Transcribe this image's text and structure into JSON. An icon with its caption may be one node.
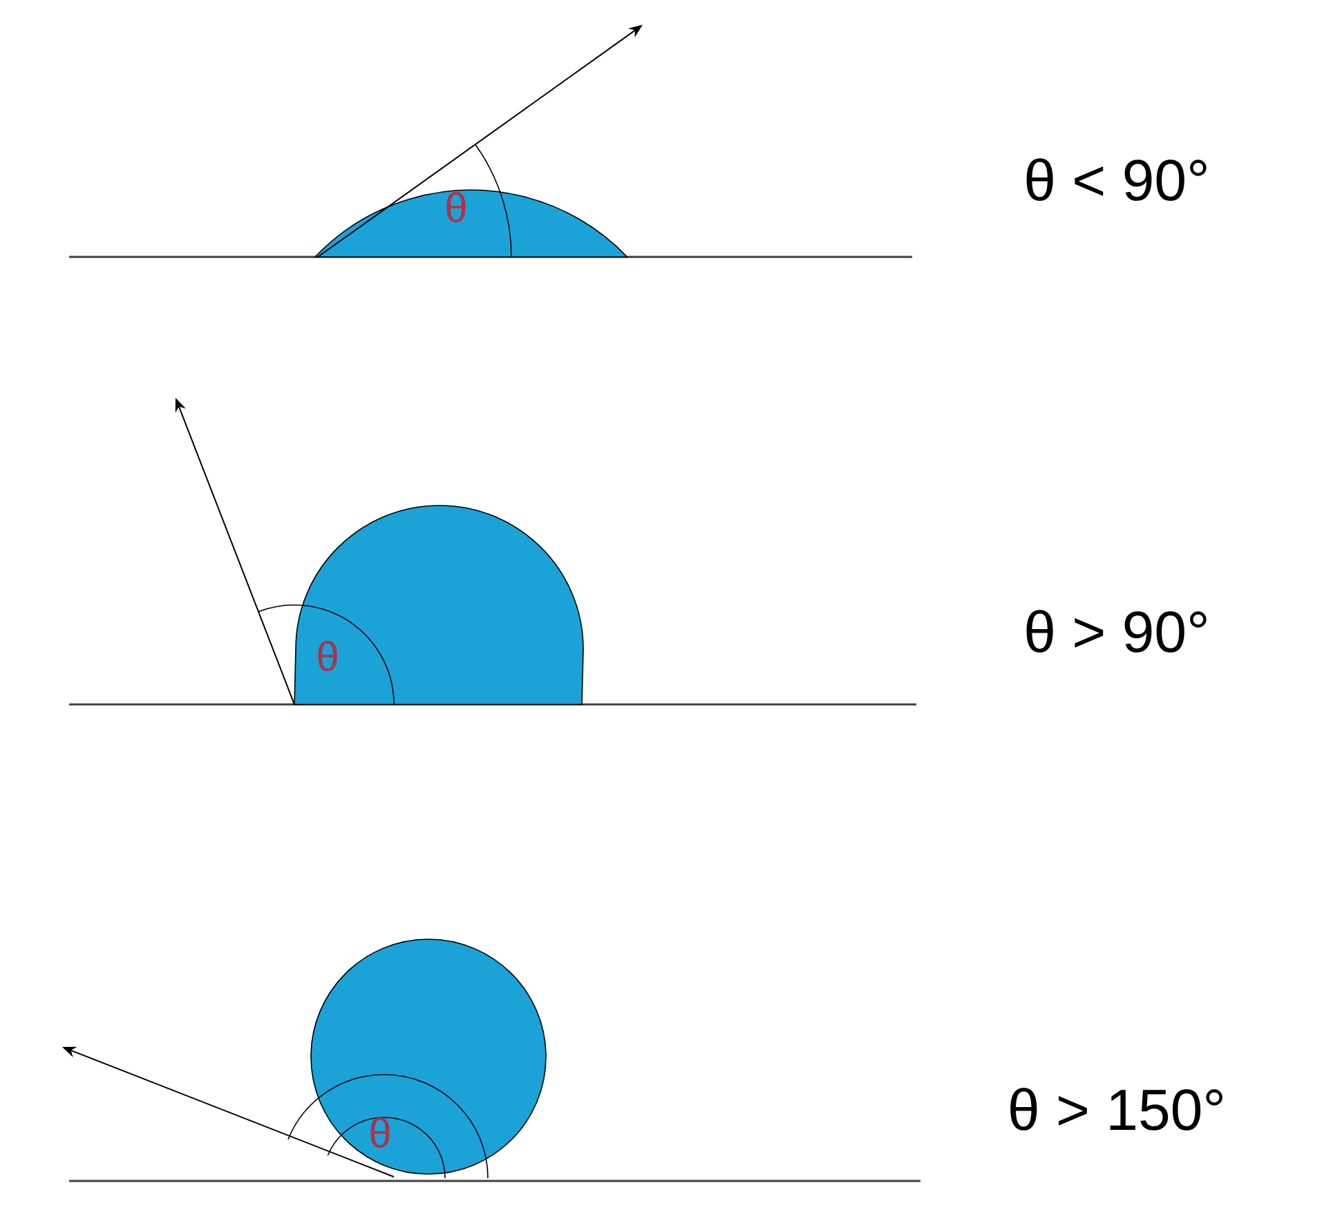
{
  "diagram": {
    "labels": [
      "θ",
      "θ < 90°",
      "θ",
      "θ > 90°",
      "θ",
      "θ > 150°"
    ]
  }
}
